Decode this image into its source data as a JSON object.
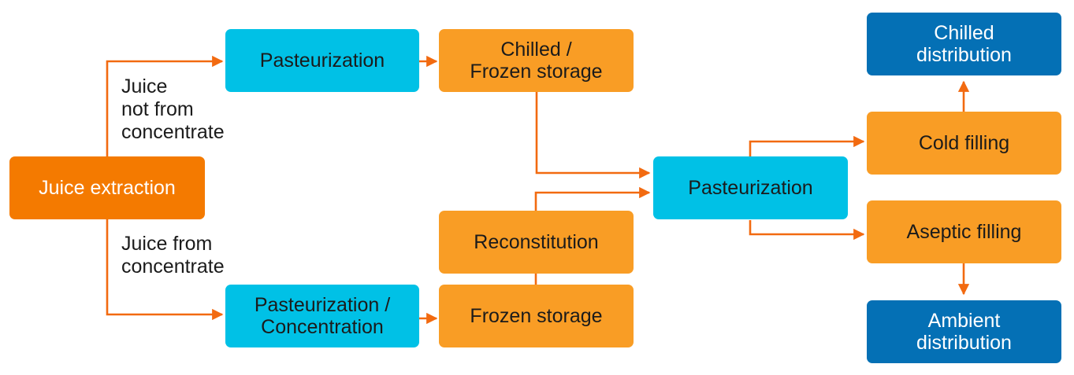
{
  "diagram": {
    "type": "flowchart",
    "colors": {
      "connector": "#f26a10",
      "start_node": "#f47a00",
      "process_orange": "#f99d25",
      "process_cyan": "#00c1e6",
      "output_blue": "#0470b5"
    },
    "nodes": {
      "juice_extraction": "Juice extraction",
      "pasteurization_nfc": "Pasteurization",
      "chilled_frozen_storage": "Chilled /\nFrozen storage",
      "pasteurization_concentration": "Pasteurization /\nConcentration",
      "frozen_storage": "Frozen storage",
      "reconstitution": "Reconstitution",
      "pasteurization_main": "Pasteurization",
      "cold_filling": "Cold filling",
      "aseptic_filling": "Aseptic filling",
      "chilled_distribution": "Chilled\ndistribution",
      "ambient_distribution": "Ambient\ndistribution"
    },
    "branch_labels": {
      "nfc": "Juice\nnot from\nconcentrate",
      "fc": "Juice from\nconcentrate"
    },
    "edges": [
      {
        "from": "juice_extraction",
        "to": "pasteurization_nfc"
      },
      {
        "from": "juice_extraction",
        "to": "pasteurization_concentration"
      },
      {
        "from": "pasteurization_nfc",
        "to": "chilled_frozen_storage"
      },
      {
        "from": "pasteurization_concentration",
        "to": "frozen_storage"
      },
      {
        "from": "frozen_storage",
        "to": "reconstitution"
      },
      {
        "from": "chilled_frozen_storage",
        "to": "pasteurization_main"
      },
      {
        "from": "reconstitution",
        "to": "pasteurization_main"
      },
      {
        "from": "pasteurization_main",
        "to": "cold_filling"
      },
      {
        "from": "pasteurization_main",
        "to": "aseptic_filling"
      },
      {
        "from": "cold_filling",
        "to": "chilled_distribution"
      },
      {
        "from": "aseptic_filling",
        "to": "ambient_distribution"
      }
    ]
  }
}
